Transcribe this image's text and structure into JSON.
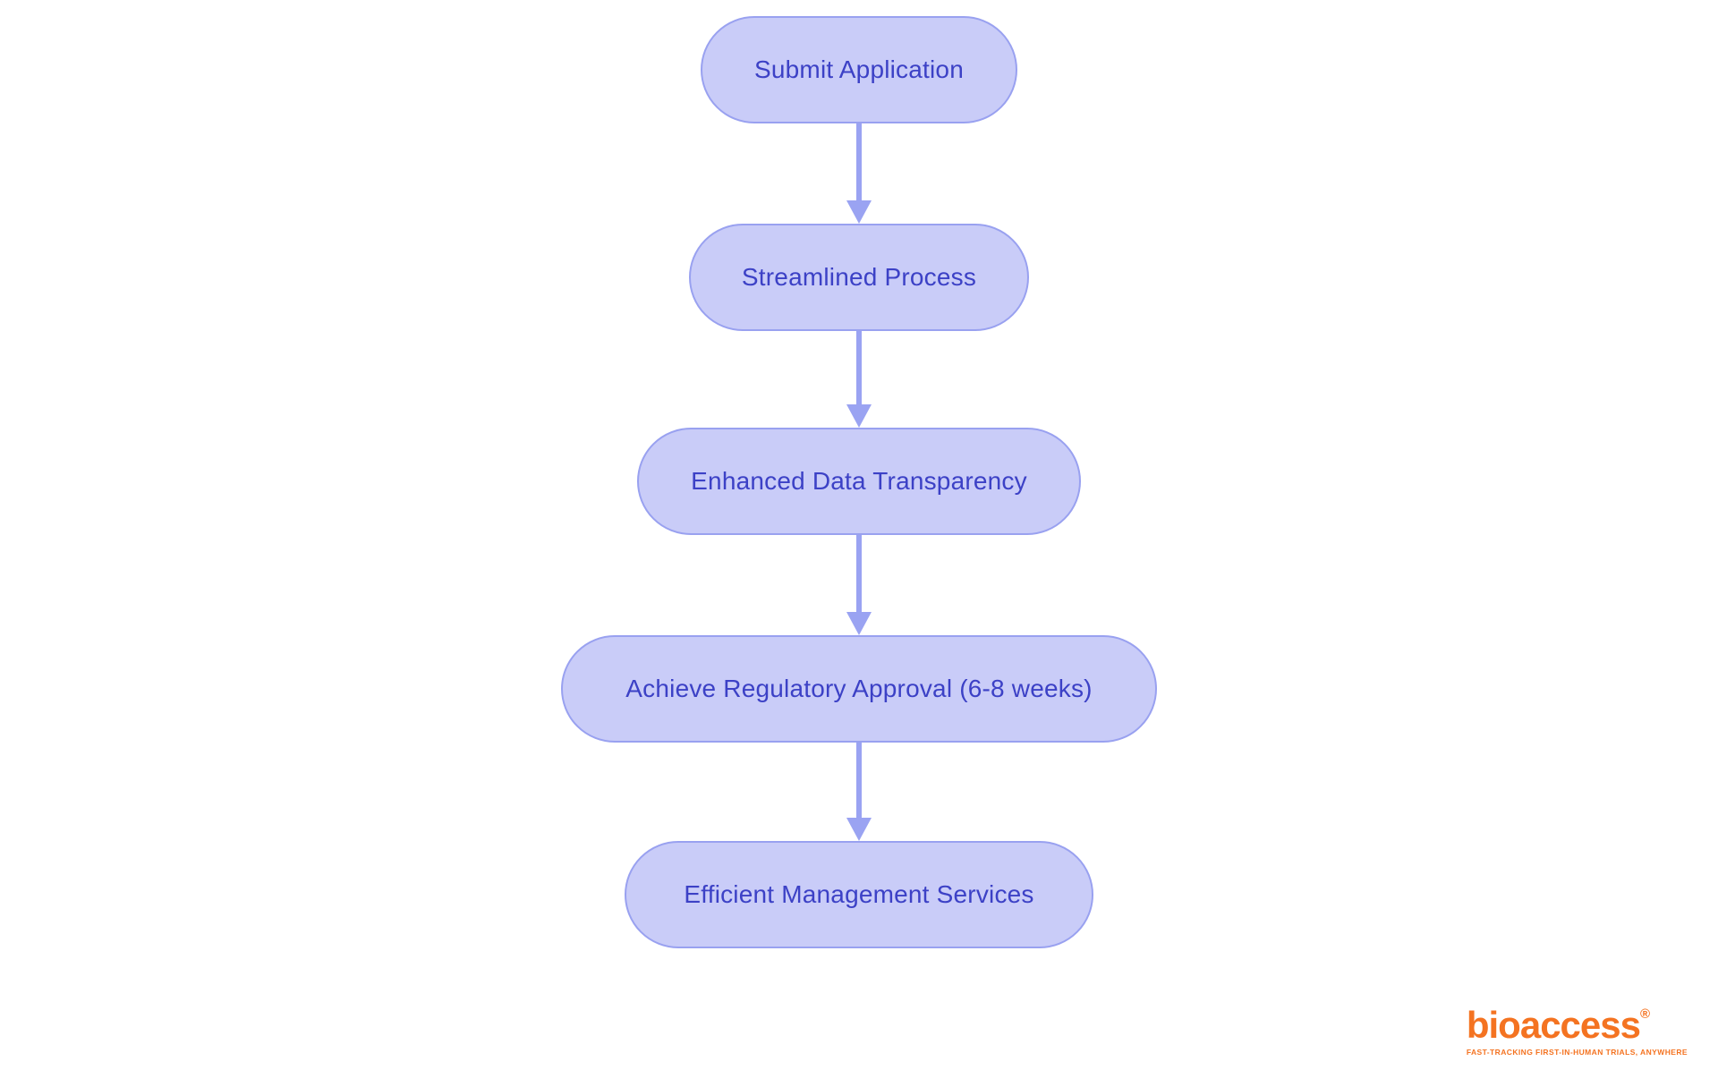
{
  "flowchart": {
    "type": "vertical-flowchart",
    "nodes": [
      {
        "id": "submit-application",
        "label": "Submit Application"
      },
      {
        "id": "streamlined-process",
        "label": "Streamlined Process"
      },
      {
        "id": "enhanced-data-transparency",
        "label": "Enhanced Data Transparency"
      },
      {
        "id": "regulatory-approval",
        "label": "Achieve Regulatory Approval (6-8 weeks)"
      },
      {
        "id": "efficient-management-services",
        "label": "Efficient Management Services"
      }
    ],
    "edges": [
      {
        "from": "submit-application",
        "to": "streamlined-process"
      },
      {
        "from": "streamlined-process",
        "to": "enhanced-data-transparency"
      },
      {
        "from": "enhanced-data-transparency",
        "to": "regulatory-approval"
      },
      {
        "from": "regulatory-approval",
        "to": "efficient-management-services"
      }
    ]
  },
  "branding": {
    "logo_text": "bioaccess",
    "registered_mark": "®",
    "tagline": "FAST-TRACKING FIRST-IN-HUMAN TRIALS, ANYWHERE"
  },
  "colors": {
    "node_fill": "#c9ccf8",
    "node_border": "#99a1f0",
    "node_text": "#3c41c6",
    "arrow": "#9aa3f2",
    "logo_orange": "#f47321",
    "background": "#ffffff"
  }
}
